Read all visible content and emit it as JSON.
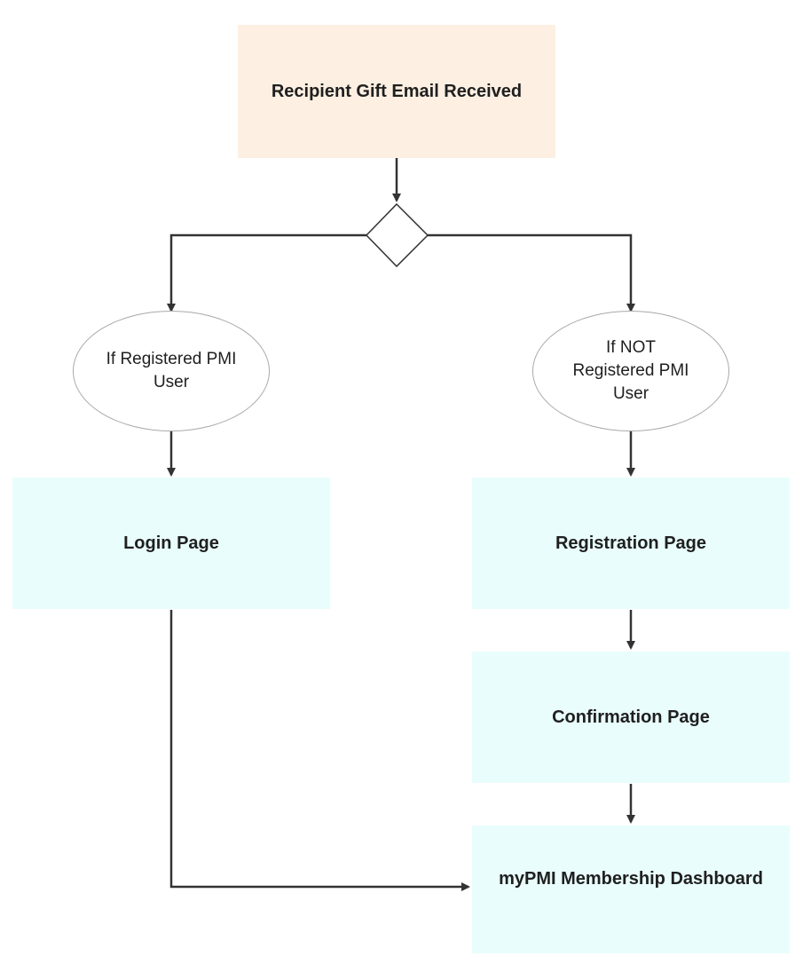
{
  "nodes": {
    "start": "Recipient Gift Email Received",
    "registered": "If Registered PMI User",
    "not_registered": "If NOT Registered PMI User",
    "login": "Login Page",
    "registration": "Registration Page",
    "confirmation": "Confirmation Page",
    "dashboard": "myPMI Membership Dashboard"
  },
  "edges": [
    {
      "from": "start",
      "to": "decision"
    },
    {
      "from": "decision",
      "to": "registered"
    },
    {
      "from": "decision",
      "to": "not_registered"
    },
    {
      "from": "registered",
      "to": "login"
    },
    {
      "from": "not_registered",
      "to": "registration"
    },
    {
      "from": "registration",
      "to": "confirmation"
    },
    {
      "from": "confirmation",
      "to": "dashboard"
    },
    {
      "from": "login",
      "to": "dashboard"
    }
  ],
  "colors": {
    "start_fill": "#fdf0e2",
    "page_fill": "#e9fdfc",
    "connector": "#333333",
    "ellipse_border": "#a9a9a9"
  }
}
